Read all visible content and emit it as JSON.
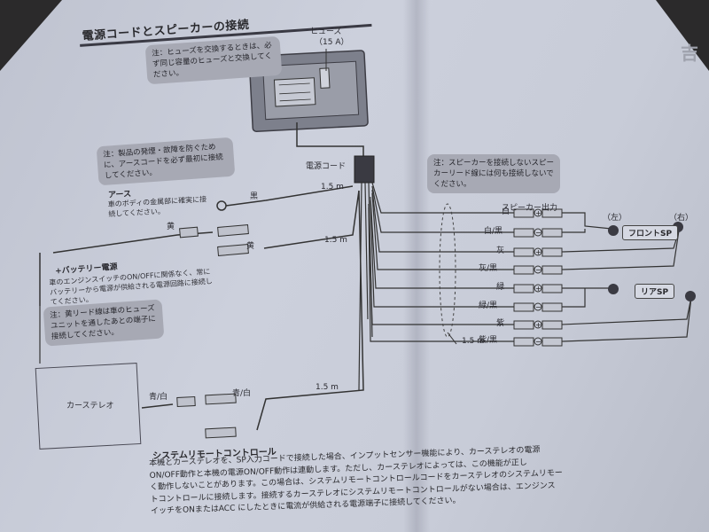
{
  "title": "電源コードとスピーカーの接続",
  "fuse": {
    "label": "ヒューズ",
    "rating": "（15 A）"
  },
  "notes": {
    "fuse_note": "注：ヒューズを交換するときは、必ず同じ容量のヒューズと交換してください。",
    "ground_note": "注：製品の発煙・故障を防ぐために、アースコードを必ず最初に接続してください。",
    "speaker_note": "注：スピーカーを接続しないスピーカーリード線には何も接続しないでください。",
    "yellow_note": "注：黄リード線は車のヒューズユニットを通したあとの端子に接続してください。"
  },
  "power_cord_label": "電源コード",
  "ground": {
    "title": "アース",
    "desc": "車のボディの金属部に確実に接続してください。",
    "wire_color": "黒",
    "length": "1.5 m"
  },
  "battery": {
    "title": "+バッテリー電源",
    "desc": "車のエンジンスイッチのON/OFFに関係なく、常にバッテリーから電源が供給される電源回路に接続してください。",
    "wire_color_1": "黄",
    "wire_color_2": "黄",
    "length": "1.5 m"
  },
  "speaker_output": {
    "label": "スピーカー出力",
    "wires": [
      "白",
      "白/黒",
      "灰",
      "灰/黒",
      "緑",
      "緑/黒",
      "紫",
      "紫/黒"
    ],
    "length": "1.5 m",
    "left": "（左）",
    "right": "（右）",
    "front": "フロントSP",
    "rear": "リアSP"
  },
  "car_stereo": {
    "label": "カーステレオ",
    "wire_color_1": "青/白",
    "wire_color_2": "青/白",
    "length": "1.5 m"
  },
  "system_remote": {
    "title": "システムリモートコントロール",
    "body": [
      "本機とカーステレオを、SP入力コードで接続した場合、インプットセンサー機能により、カーステレオの電源",
      "ON/OFF動作と本機の電源ON/OFF動作は連動します。ただし、カーステレオによっては、この機能が正し",
      "く動作しないことがあります。この場合は、システムリモートコントロールコードをカーステレオのシステムリモー",
      "トコントロールに接続します。接続するカーステレオにシステムリモートコントロールがない場合は、エンジンス",
      "イッチをONまたはACC にしたときに電流が供給される電源端子に接続してください。"
    ]
  },
  "right_page_glyph": "吉"
}
